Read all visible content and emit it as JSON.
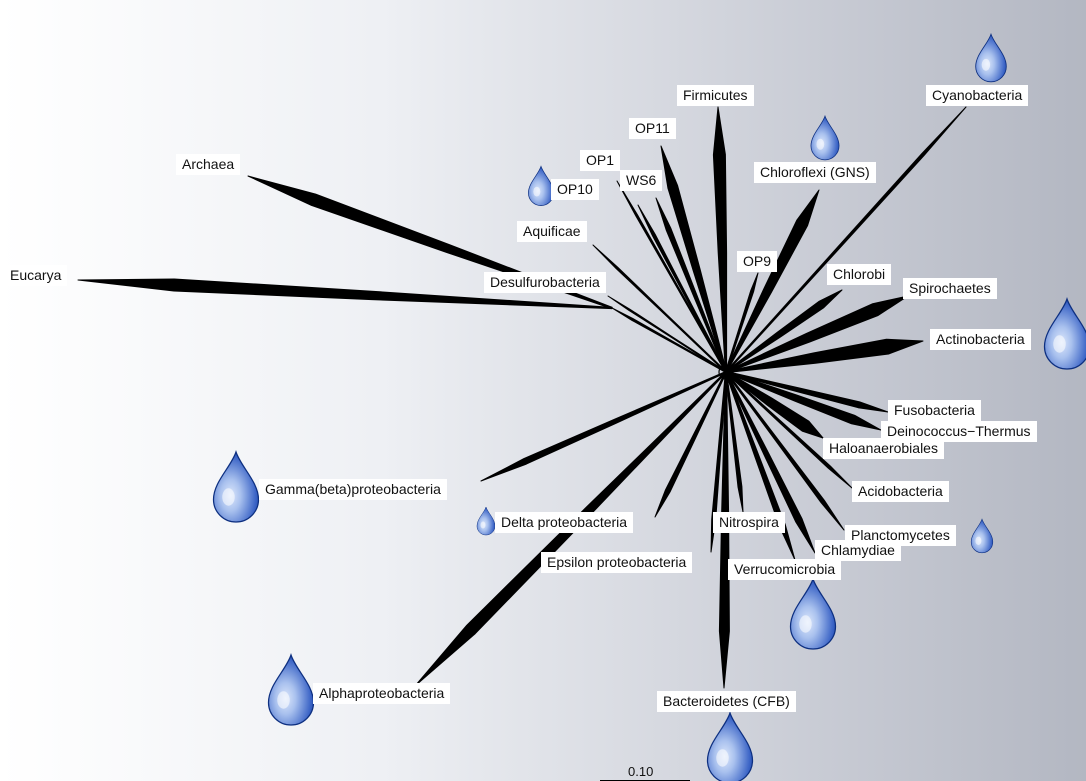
{
  "taxa": [
    {
      "key": "eucarya",
      "label": "Eucarya"
    },
    {
      "key": "archaea",
      "label": "Archaea"
    },
    {
      "key": "desulfurobacteria",
      "label": "Desulfurobacteria"
    },
    {
      "key": "aquificae",
      "label": "Aquificae"
    },
    {
      "key": "op1",
      "label": "OP1"
    },
    {
      "key": "op10",
      "label": "OP10"
    },
    {
      "key": "ws6",
      "label": "WS6"
    },
    {
      "key": "op11",
      "label": "OP11"
    },
    {
      "key": "firmicutes",
      "label": "Firmicutes"
    },
    {
      "key": "op9",
      "label": "OP9"
    },
    {
      "key": "chloroflexi",
      "label": "Chloroflexi (GNS)"
    },
    {
      "key": "cyanobacteria",
      "label": "Cyanobacteria"
    },
    {
      "key": "chlorobi",
      "label": "Chlorobi"
    },
    {
      "key": "spirochaetes",
      "label": "Spirochaetes"
    },
    {
      "key": "actinobacteria",
      "label": "Actinobacteria"
    },
    {
      "key": "fusobacteria",
      "label": "Fusobacteria"
    },
    {
      "key": "deinococcus",
      "label": "Deinococcus−Thermus"
    },
    {
      "key": "haloanaerobiales",
      "label": "Haloanaerobiales"
    },
    {
      "key": "acidobacteria",
      "label": "Acidobacteria"
    },
    {
      "key": "planctomycetes",
      "label": "Planctomycetes"
    },
    {
      "key": "chlamydiae",
      "label": "Chlamydiae"
    },
    {
      "key": "verrucomicrobia",
      "label": "Verrucomicrobia"
    },
    {
      "key": "nitrospira",
      "label": "Nitrospira"
    },
    {
      "key": "epsilon",
      "label": "Epsilon proteobacteria"
    },
    {
      "key": "delta",
      "label": "Delta proteobacteria"
    },
    {
      "key": "gamma",
      "label": "Gamma(beta)proteobacteria"
    },
    {
      "key": "alpha",
      "label": "Alphaproteobacteria"
    },
    {
      "key": "bacteroidetes",
      "label": "Bacteroidetes (CFB)"
    }
  ],
  "scale_bar": {
    "label": "0.10"
  },
  "colors": {
    "drop_light": "#a9c1ee",
    "drop_dark": "#123a9a",
    "branch": "#000000"
  }
}
